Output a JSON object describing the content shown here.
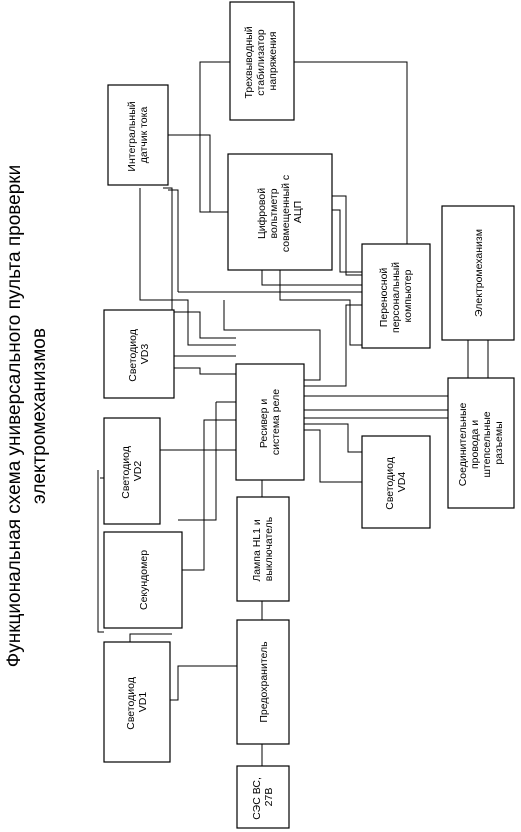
{
  "title": {
    "line1": "Функциональная схема универсального пульта проверки",
    "line2": "электромеханизмов"
  },
  "blocks": {
    "stabilizer": [
      "Трехвыводный",
      "стабилизатор",
      "напряжения"
    ],
    "current_sensor": [
      "Интегральный",
      "датчик тока"
    ],
    "voltmeter": [
      "Цифровой",
      "вольтметр",
      "совмещенный с",
      "АЦП"
    ],
    "computer": [
      "Переносной",
      "персональный",
      "компьютер"
    ],
    "electromechanism": [
      "Электромеханизм"
    ],
    "led_vd3": [
      "Светодиод",
      "VD3"
    ],
    "receiver": [
      "Ресивер и",
      "система реле"
    ],
    "connectors": [
      "Соединительные",
      "провода и",
      "штепсельные",
      "разъемы"
    ],
    "led_vd2": [
      "Светодиод",
      "VD2"
    ],
    "led_vd4": [
      "Светодиод",
      "VD4"
    ],
    "lamp": [
      "Лампа HL1 и",
      "выключатель"
    ],
    "stopwatch": [
      "Секундомер"
    ],
    "fuse": [
      "Предохранитель"
    ],
    "led_vd1": [
      "Светодиод",
      "VD1"
    ],
    "power": [
      "СЭС ВС,",
      "27В"
    ]
  }
}
